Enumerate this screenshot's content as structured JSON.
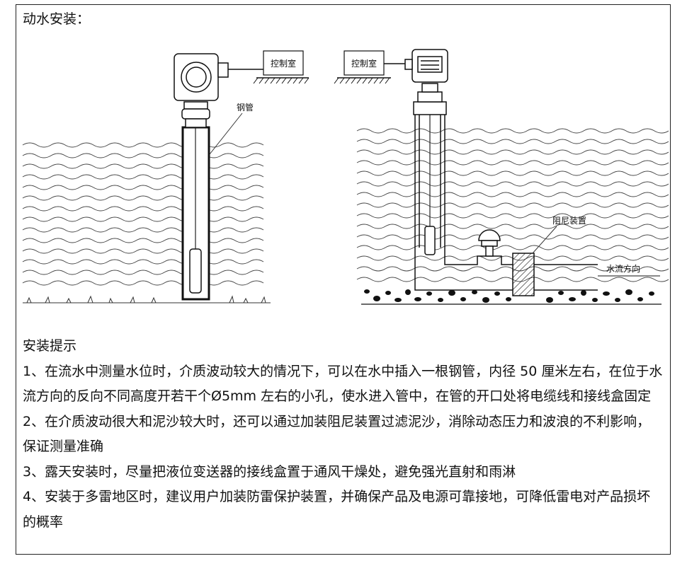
{
  "section_title": "动水安装：",
  "figure": {
    "left_diagram": {
      "control_room": "控制室",
      "pipe_label": "钢管"
    },
    "right_diagram": {
      "control_room": "控制室",
      "damper_label": "阻尼装置",
      "flow_label": "水流方向"
    }
  },
  "tips": {
    "heading": "安装提示",
    "items": [
      "1、在流水中测量水位时，介质波动较大的情况下，可以在水中插入一根钢管，内径 50 厘米左右，在位于水流方向的反向不同高度开若干个Ø5mm 左右的小孔，使水进入管中，在管的开口处将电缆线和接线盒固定",
      "2、在介质波动很大和泥沙较大时，还可以通过加装阻尼装置过滤泥沙，消除动态压力和波浪的不利影响，保证测量准确",
      "3、露天安装时，尽量把液位变送器的接线盒置于通风干燥处，避免强光直射和雨淋",
      "4、安装于多雷地区时，建议用户加装防雷保护装置，并确保产品及电源可靠接地，可降低雷电对产品损坏的概率"
    ]
  }
}
